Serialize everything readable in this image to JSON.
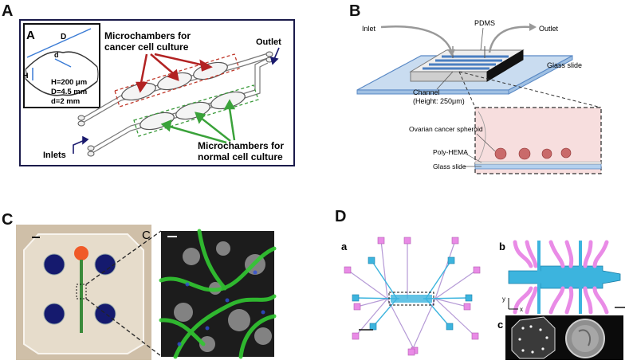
{
  "panels": {
    "A": {
      "letter": "A",
      "inset_letter": "A",
      "inset_D": "D",
      "inset_d": "d",
      "inset_H": "H",
      "spec_H": "H=200 μm",
      "spec_D": "D=4.5 mm",
      "spec_d": "d=2 mm",
      "cancer_label_1": "Microchambers for",
      "cancer_label_2": "cancer cell culture",
      "normal_label_1": "Microchambers for",
      "normal_label_2": "normal cell culture",
      "outlet": "Outlet",
      "inlets": "Inlets"
    },
    "B": {
      "letter": "B",
      "inlet": "Inlet",
      "pdms": "PDMS",
      "outlet": "Outlet",
      "glass_slide_top": "Glass slide",
      "channel_1": "Channel",
      "channel_2": "(Height: 250μm)",
      "spheroid": "Ovarian cancer spheroid",
      "polyhema": "Poly-HEMA",
      "glass_slide_bottom": "Glass slide"
    },
    "C": {
      "letter": "C",
      "sub_letter": "C"
    },
    "D": {
      "letter": "D",
      "sub_a": "a",
      "sub_b": "b",
      "sub_c": "c",
      "axis_x": "x",
      "axis_y": "y"
    }
  },
  "colors": {
    "red_dash": "#c0392b",
    "green_dash": "#3a9a3a",
    "arrow_red": "#b22222",
    "arrow_green": "#3aa23a",
    "navy": "#1a1a6e",
    "blue_channel": "#4a7fc1",
    "pink_chamber": "#f7dede",
    "purple_d": "#b59ad6",
    "pink_d": "#e98be6",
    "cyan_d": "#3cb4de"
  }
}
